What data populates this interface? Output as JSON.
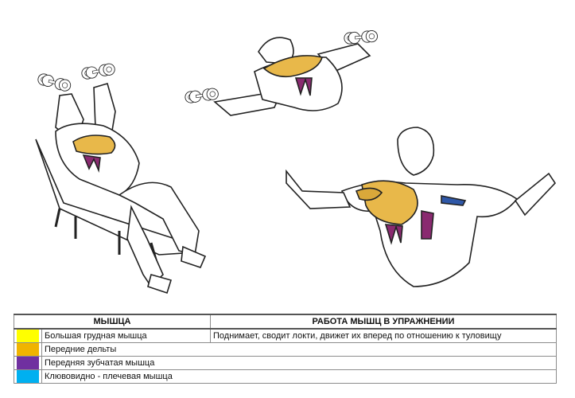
{
  "table": {
    "headers": [
      "МЫШЦА",
      "РАБОТА МЫШЦ В УПРАЖНЕНИИ"
    ],
    "rows": [
      {
        "color": "#ffff00",
        "muscle": "Большая грудная мышца",
        "work": "Поднимает, сводит локти, движет их вперед по отношению к туловищу"
      },
      {
        "color": "#f0b400",
        "muscle": "Передние дельты",
        "work": ""
      },
      {
        "color": "#7030a0",
        "muscle": "Передняя зубчатая мышца",
        "work": ""
      },
      {
        "color": "#00b0f0",
        "muscle": "Клювовидно - плечевая мышца",
        "work": ""
      }
    ]
  },
  "muscle_colors": {
    "pectoral": "#e8b84a",
    "delts": "#d9a83a",
    "serratus": "#8a2a70",
    "coracobrachialis": "#2f58a8"
  }
}
